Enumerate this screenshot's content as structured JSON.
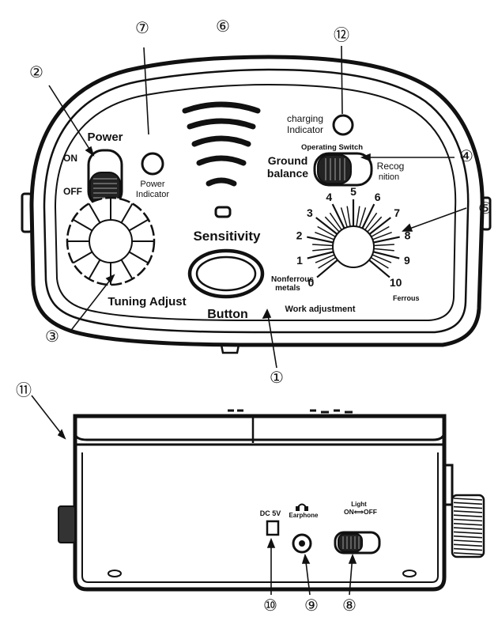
{
  "callouts": [
    "①",
    "②",
    "③",
    "④",
    "⑤",
    "⑥",
    "⑦",
    "⑧",
    "⑨",
    "⑩",
    "⑪",
    "⑫"
  ],
  "labels": {
    "power": "Power",
    "on": "ON",
    "off": "OFF",
    "power_indicator_1": "Power",
    "power_indicator_2": "Indicator",
    "charging_1": "charging",
    "charging_2": "Indicator",
    "operating_switch": "Operating Switch",
    "ground_1": "Ground",
    "ground_2": "balance",
    "recog_1": "Recog",
    "recog_2": "nition",
    "sensitivity": "Sensitivity",
    "tuning_adjust": "Tuning Adjust",
    "button": "Button",
    "nonferrous_1": "Nonferrous",
    "nonferrous_2": "metals",
    "ferrous": "Ferrous",
    "work_adjustment": "Work adjustment",
    "dc_5v": "DC 5V",
    "earphone": "Earphone",
    "light": "Light",
    "light_on_off": "ON⟺OFF"
  },
  "dial_numbers": [
    "0",
    "1",
    "2",
    "3",
    "4",
    "5",
    "6",
    "7",
    "8",
    "9",
    "10"
  ]
}
